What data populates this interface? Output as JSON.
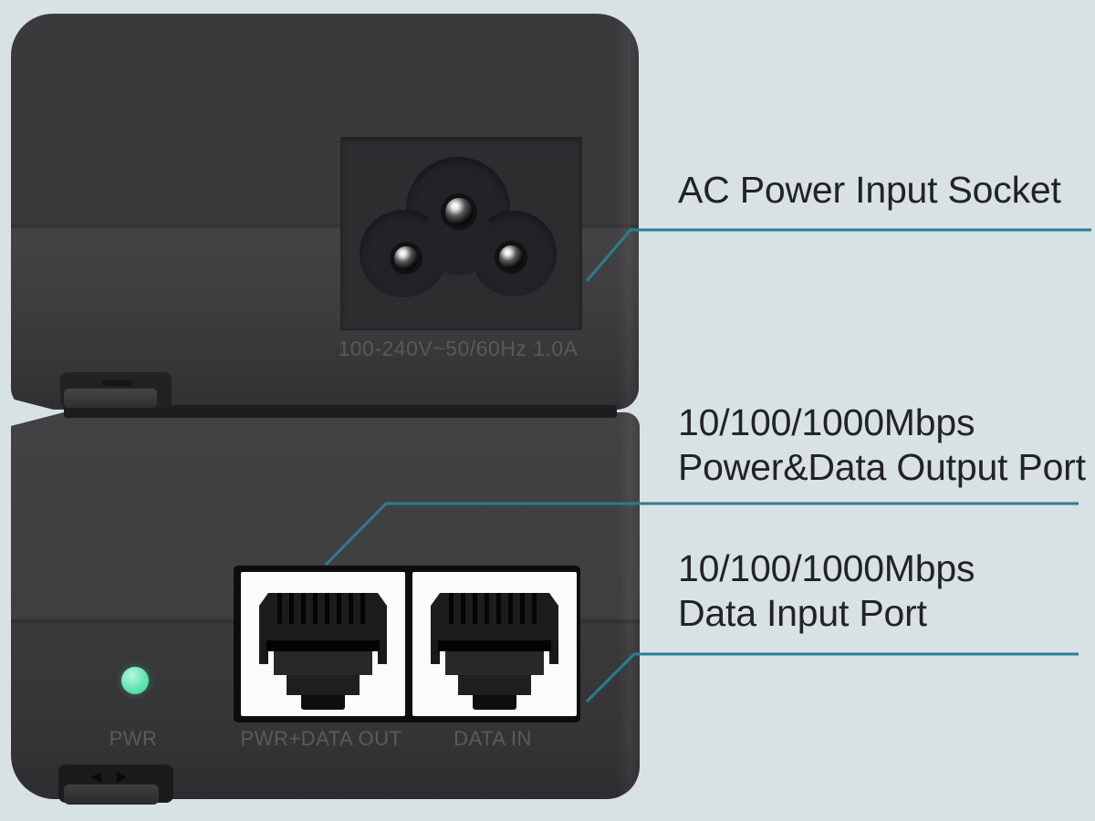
{
  "page": {
    "bg_color": "#d8e2e4"
  },
  "leader": {
    "color": "#2b7e8e"
  },
  "annotations": {
    "ac_socket": {
      "line1": "AC Power Input Socket"
    },
    "output_port": {
      "line1": "10/100/1000Mbps",
      "line2": "Power&Data Output Port"
    },
    "input_port": {
      "line1": "10/100/1000Mbps",
      "line2": "Data Input Port"
    }
  },
  "device_back": {
    "power_spec": "100-240V~50/60Hz 1.0A"
  },
  "device_front": {
    "led": {
      "label": "PWR",
      "color": "#5fe6b3"
    },
    "ports": [
      {
        "label": "PWR+DATA OUT"
      },
      {
        "label": "DATA IN"
      }
    ]
  }
}
